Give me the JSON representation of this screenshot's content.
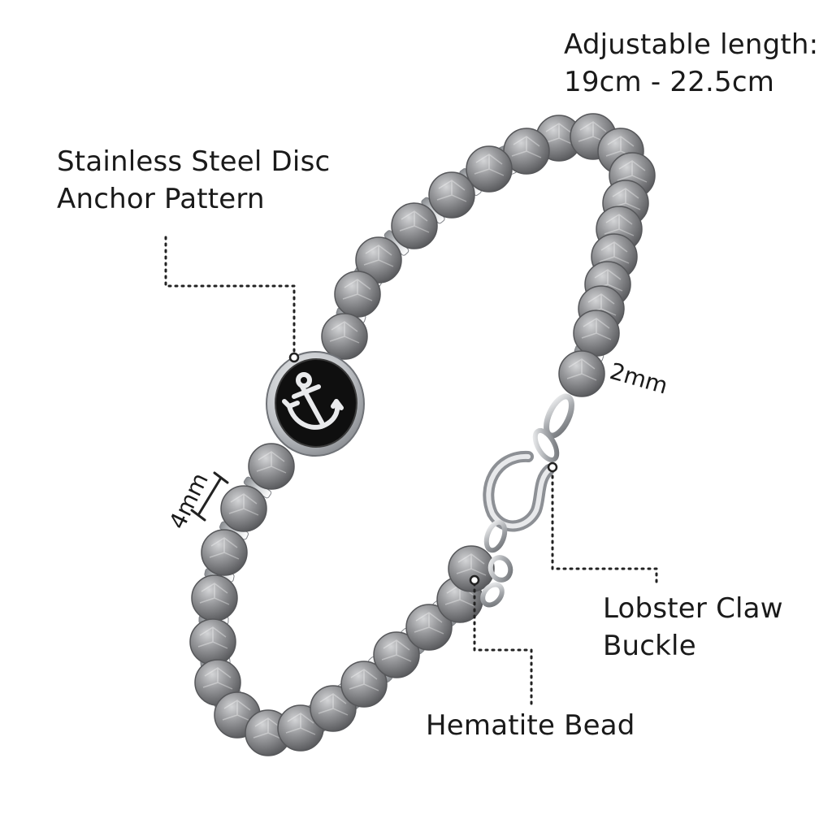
{
  "annotations": {
    "adjustable": {
      "line1": "Adjustable length:",
      "line2": "19cm - 22.5cm"
    },
    "disc": {
      "line1": "Stainless Steel Disc",
      "line2": "Anchor Pattern"
    },
    "lobster": {
      "line1": "Lobster Claw",
      "line2": "Buckle"
    },
    "hematite": {
      "line1": "Hematite Bead"
    },
    "spacer_size": "2mm",
    "bead_size": "4mm"
  },
  "colors": {
    "bead": "#8e8e90",
    "bead_dark": "#5f6063",
    "bead_light": "#c9cacc",
    "spacer": "#e4e6e8",
    "disc_face": "#111111",
    "disc_rim": "#d9dbde",
    "leader_line": "#222222"
  },
  "icons": {
    "disc_motif": "anchor-icon"
  }
}
